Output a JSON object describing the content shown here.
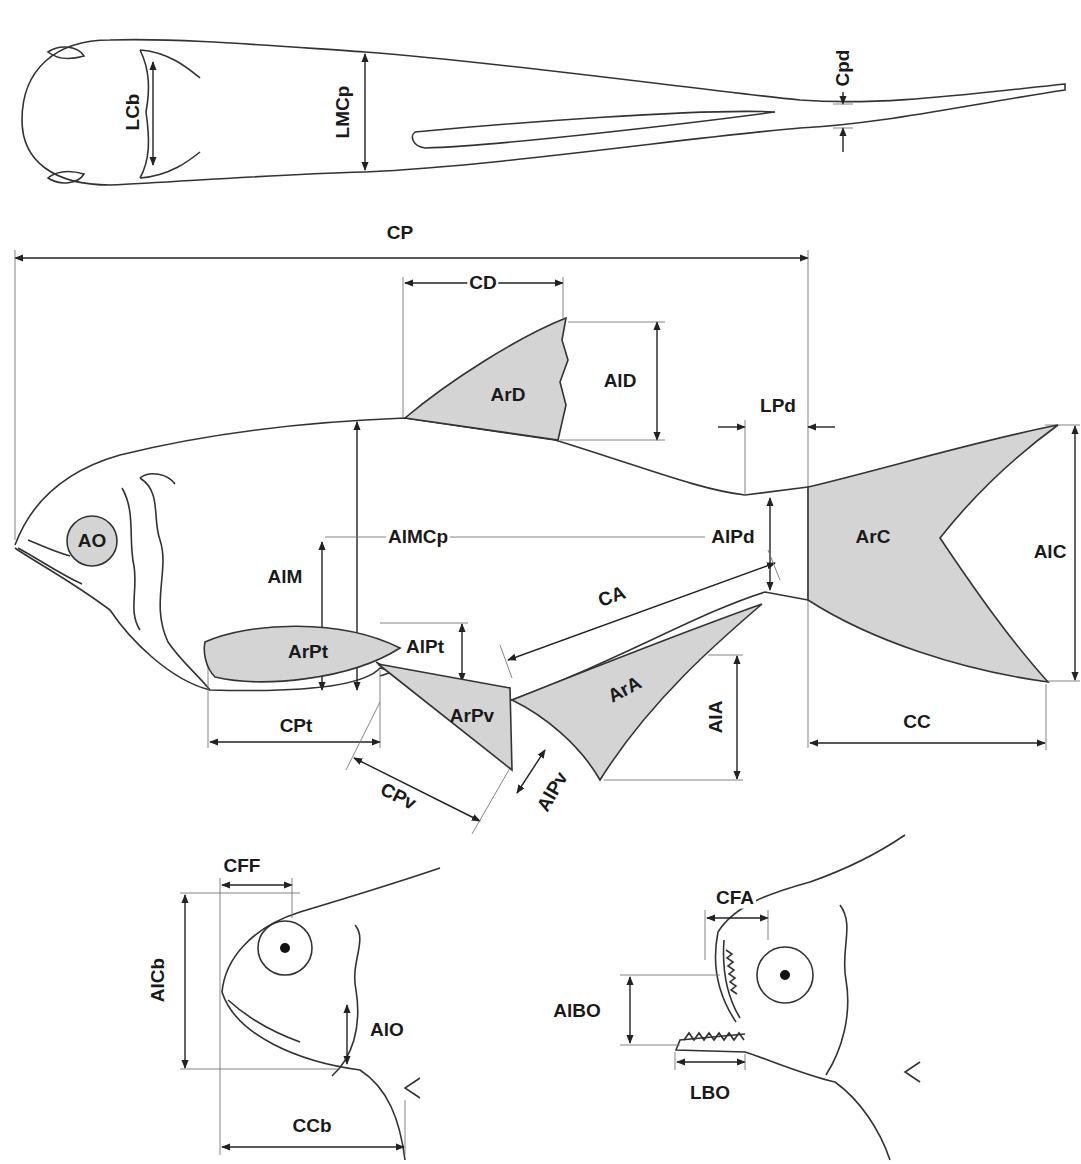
{
  "diagram": {
    "nodes": [
      {
        "text": [
          "AO"
        ]
      },
      {
        "text": [
          "ArD"
        ]
      },
      {
        "text": [
          "ArC"
        ]
      },
      {
        "text": [
          "ArPt"
        ]
      },
      {
        "text": [
          "ArPv"
        ]
      },
      {
        "text": [
          "ArA"
        ]
      }
    ],
    "labels": [
      "LCb",
      "LMCp",
      "Cpd",
      "CP",
      "CD",
      "AlD",
      "LPd",
      "AlMCp",
      "AlPd",
      "AlC",
      "AlM",
      "AlPt",
      "CA",
      "AlA",
      "CC",
      "CPt",
      "CPv",
      "AlPv",
      "CFF",
      "CFA",
      "AlCb",
      "AlBO",
      "AlO",
      "LBO",
      "CCb"
    ]
  }
}
